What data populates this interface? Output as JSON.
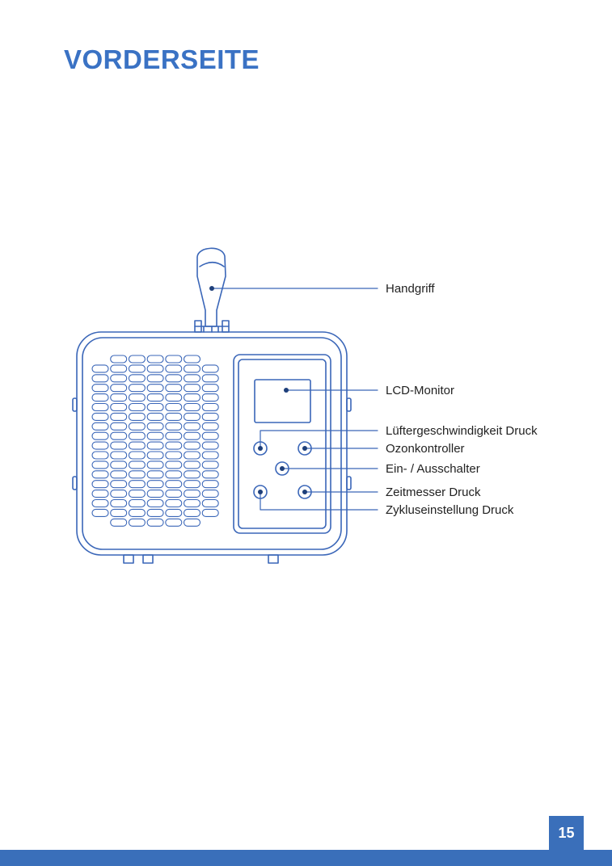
{
  "page": {
    "title": "VORDERSEITE",
    "page_number": "15",
    "accent_color": "#3a72c4",
    "footer_color": "#3a6fba"
  },
  "diagram": {
    "stroke_color": "#3a66b8",
    "labels": {
      "handle": "Handgriff",
      "lcd": "LCD-Monitor",
      "fan_speed": "Lüftergeschwindigkeit Druck",
      "ozone": "Ozonkontroller",
      "power": "Ein- / Ausschalter",
      "timer": "Zeitmesser Druck",
      "cycle": "Zykluseinstellung Druck"
    }
  }
}
